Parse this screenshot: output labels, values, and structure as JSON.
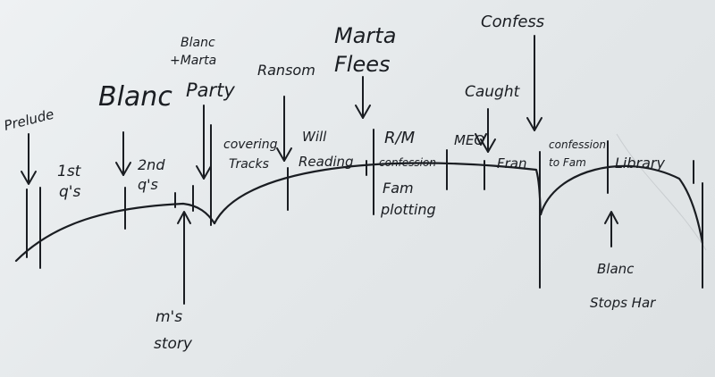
{
  "labels": {
    "prelude": "Prelude",
    "first_qs_a": "1st",
    "first_qs_b": "q's",
    "blanc": "Blanc",
    "second_qs_a": "2nd",
    "second_qs_b": "q's",
    "blanc_marta_a": "Blanc",
    "blanc_marta_b": "+Marta",
    "party": "Party",
    "ms_story_a": "m's",
    "ms_story_b": "story",
    "covering_a": "covering",
    "covering_b": "Tracks",
    "ransom": "Ransom",
    "will_a": "Will",
    "will_b": "Reading",
    "marta_flees_a": "Marta",
    "marta_flees_b": "Flees",
    "rm_a": "R/M",
    "rm_b": "confession",
    "fam_plotting_a": "Fam",
    "fam_plotting_b": "plotting",
    "meo": "MEO",
    "caught": "Caught",
    "fran": "Fran",
    "confess": "Confess",
    "conf_fam_a": "confession",
    "conf_fam_b": "to Fam",
    "library": "Library",
    "blanc_stops_a": "Blanc",
    "blanc_stops_b": "Stops Har"
  }
}
